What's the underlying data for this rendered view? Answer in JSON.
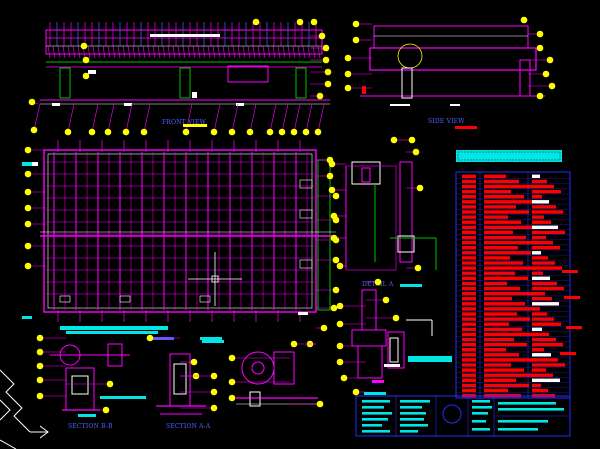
{
  "drawing": {
    "view_labels": [
      "FRONT VIEW",
      "SIDE VIEW",
      "DETAIL A",
      "SECTION B-B",
      "SECTION A-A"
    ]
  },
  "colors": {
    "background": "#000000",
    "geometry": "#ff00ff",
    "bubbles": "#ffff00",
    "text_cyan": "#00e5e5",
    "table_red": "#ff0000",
    "frame_blue": "#2a2aff",
    "white": "#ffffff",
    "green": "#00c000",
    "label_blue": "#4a66ff"
  },
  "icons": [
    "ucs-axis-icon",
    "crosshair-cursor-icon"
  ]
}
